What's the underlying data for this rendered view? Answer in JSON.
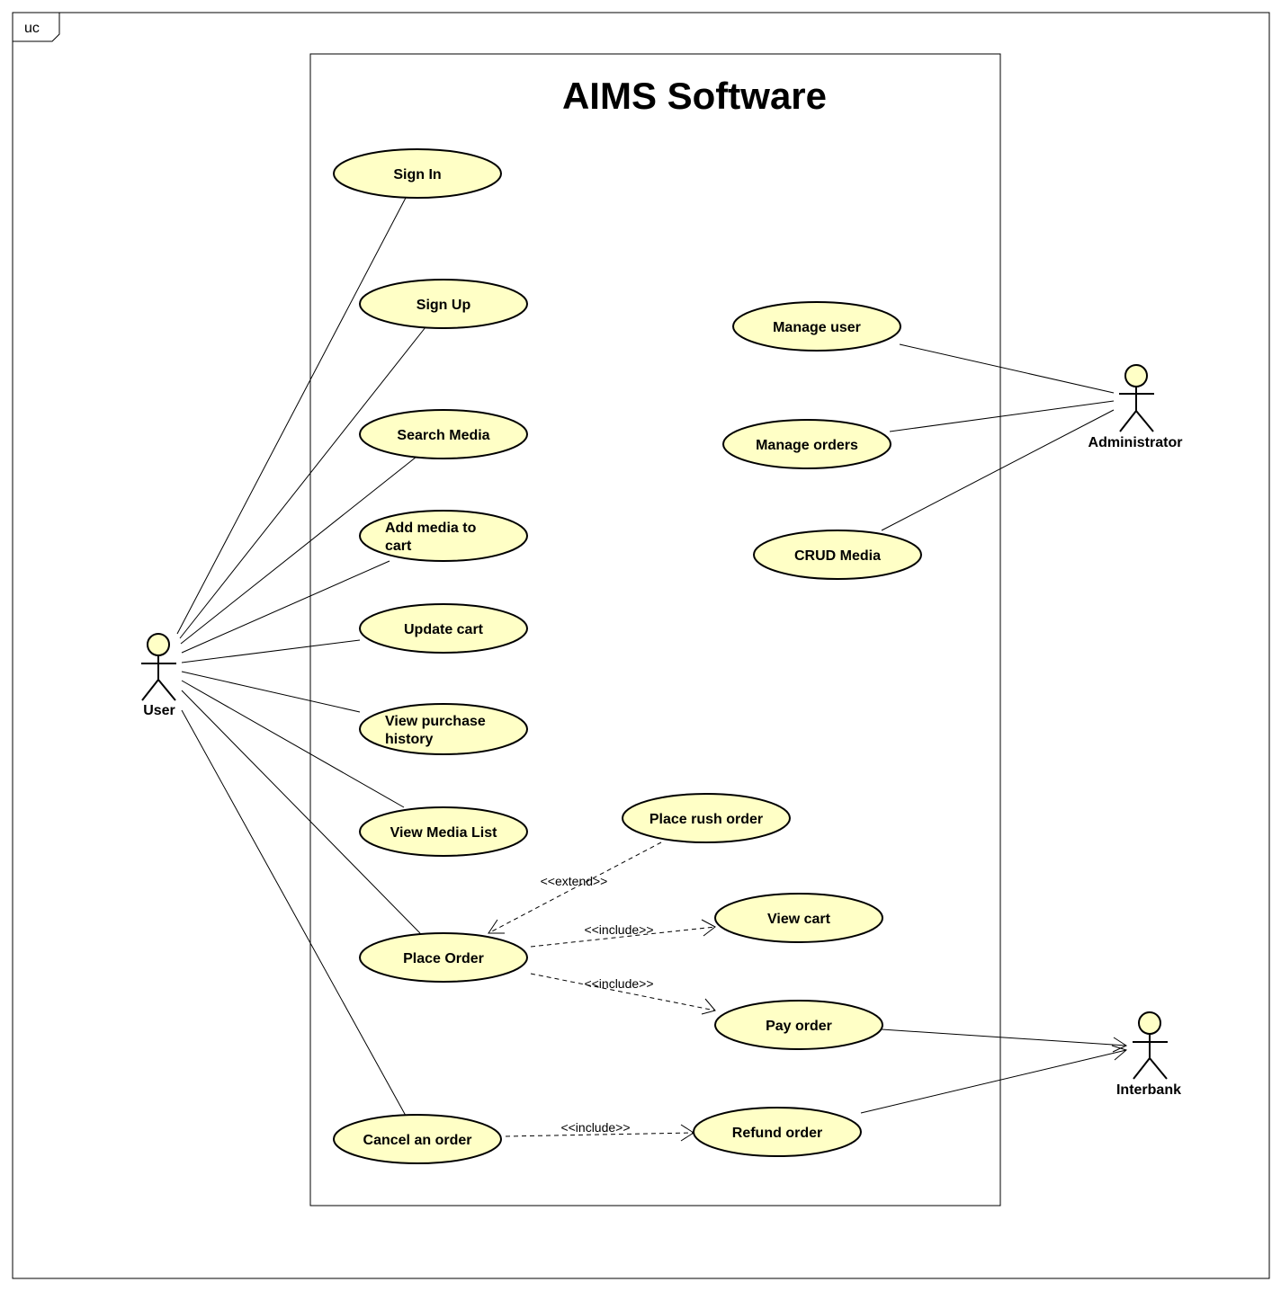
{
  "frame": {
    "tag": "uc"
  },
  "system": {
    "title": "AIMS Software"
  },
  "actors": {
    "user": "User",
    "administrator": "Administrator",
    "interbank": "Interbank"
  },
  "use_cases": {
    "sign_in": "Sign In",
    "sign_up": "Sign Up",
    "search_media": "Search Media",
    "add_media_line1": "Add media to",
    "add_media_line2": "cart",
    "update_cart": "Update cart",
    "view_history_line1": "View purchase",
    "view_history_line2": "history",
    "view_media_list": "View Media List",
    "place_order": "Place Order",
    "cancel_order": "Cancel an order",
    "place_rush_order": "Place rush order",
    "view_cart": "View cart",
    "pay_order": "Pay order",
    "refund_order": "Refund order",
    "manage_user": "Manage user",
    "manage_orders": "Manage orders",
    "crud_media": "CRUD Media"
  },
  "relations": {
    "extend_rush": "<<extend>>",
    "include_view_cart": "<<include>>",
    "include_pay_order": "<<include>>",
    "include_refund": "<<include>>"
  },
  "colors": {
    "use_case_fill": "#ffffc6",
    "line": "#000000",
    "background": "#ffffff"
  }
}
